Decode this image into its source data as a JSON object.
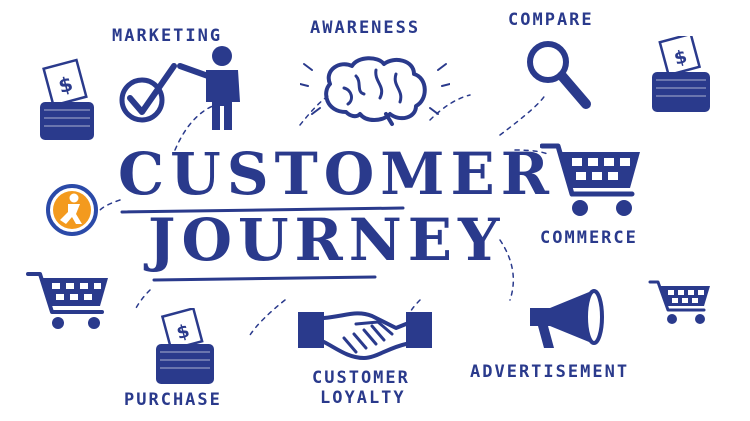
{
  "title": {
    "line1": "CUSTOMER",
    "line2": "JOURNEY"
  },
  "labels": {
    "marketing": "MARKETING",
    "awareness": "AWARENESS",
    "compare": "COMPARE",
    "commerce": "COMMERCE",
    "advertisement": "ADVERTISEMENT",
    "customer_loyalty_line1": "CUSTOMER",
    "customer_loyalty_line2": "LOYALTY",
    "purchase": "PURCHASE"
  },
  "colors": {
    "ink": "#2a3a8c",
    "logo_orange": "#f39a1e",
    "logo_blue": "#2b4aa8"
  },
  "icons": [
    "wallet-dollar-icon",
    "checkmark-person-icon",
    "brain-icon",
    "magnifier-icon",
    "shopping-cart-icon",
    "megaphone-icon",
    "handshake-icon",
    "logo-icon"
  ]
}
